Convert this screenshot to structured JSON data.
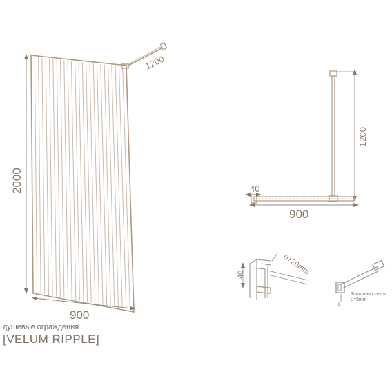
{
  "front_view": {
    "height_label": "2000",
    "width_label": "900",
    "brace_label": "1200",
    "rib_count": 26
  },
  "top_view": {
    "brace_label": "1200",
    "offset_label": "40",
    "width_label": "900"
  },
  "profile_detail": {
    "depth_label": "40",
    "gap_label": "0÷20mm"
  },
  "bracket_detail": {
    "note_line1": "Толщина стекла",
    "note_line2": "L=8mm",
    "marker": "L"
  },
  "caption": {
    "subtitle": "душевые ограждения",
    "title": "[VELUM RIPPLE]"
  },
  "colors": {
    "frame": "#b09a82",
    "rib": "#c8bcb0",
    "line": "#8c8c8c",
    "text": "#8a7a66"
  }
}
